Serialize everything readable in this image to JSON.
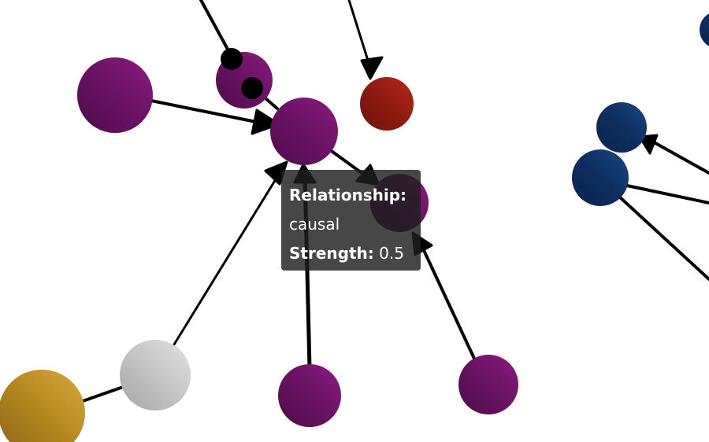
{
  "tooltip": {
    "relationship_label": "Relationship:",
    "relationship_value": "causal",
    "strength_label": "Strength:",
    "strength_value": "0.5"
  },
  "colors": {
    "purple": "#7a1470",
    "red": "#a01c14",
    "blue": "#0d2f63",
    "gray": "#c8c8c8",
    "gold": "#bf9127",
    "edge": "#000000",
    "tooltip_bg": "#2b2b2b"
  }
}
